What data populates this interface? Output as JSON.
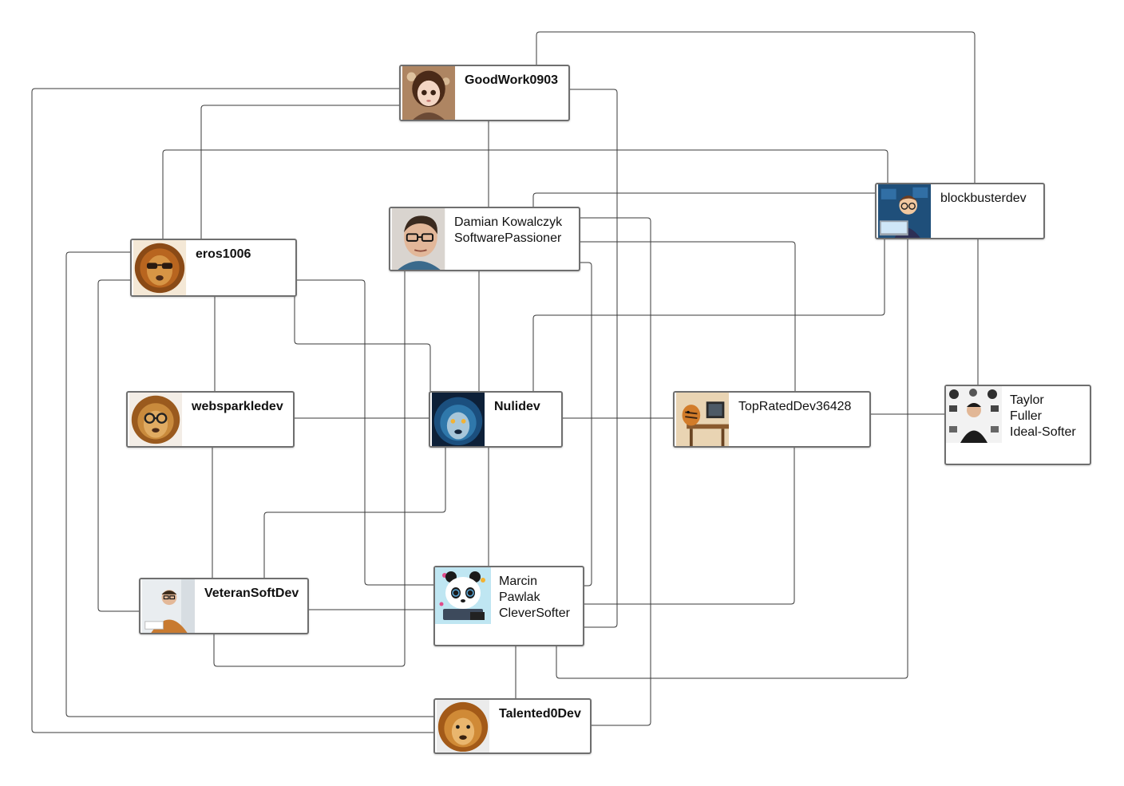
{
  "nodes": {
    "goodwork": {
      "label": "GoodWork0903",
      "bold": true,
      "avatar": "girl-portrait"
    },
    "blockbuster": {
      "label": "blockbusterdev",
      "bold": false,
      "avatar": "cartoon-developer-laptop"
    },
    "damian": {
      "label": "Damian Kowalczyk\nSoftwarePassioner",
      "bold": false,
      "avatar": "man-glasses-photo"
    },
    "eros": {
      "label": "eros1006",
      "bold": true,
      "avatar": "lion-sunglasses"
    },
    "websparkle": {
      "label": "websparkledev",
      "bold": true,
      "avatar": "lion-glasses"
    },
    "nulidev": {
      "label": "Nulidev",
      "bold": true,
      "avatar": "blue-lion"
    },
    "toprated": {
      "label": "TopRatedDev36428",
      "bold": false,
      "avatar": "tiger-desk"
    },
    "taylor": {
      "label": "Taylor\nFuller\nIdeal-Softer",
      "bold": false,
      "avatar": "man-tech-icons"
    },
    "veteran": {
      "label": "VeteranSoftDev",
      "bold": true,
      "avatar": "man-orange-sweater"
    },
    "marcin": {
      "label": "Marcin\nPawlak\nCleverSofter",
      "bold": false,
      "avatar": "panda-laptop"
    },
    "talented": {
      "label": "Talented0Dev",
      "bold": true,
      "avatar": "lion-mane"
    }
  },
  "colors": {
    "connector": "#3a3a3a",
    "card_border": "#6f6f6f",
    "background": "#ffffff"
  }
}
